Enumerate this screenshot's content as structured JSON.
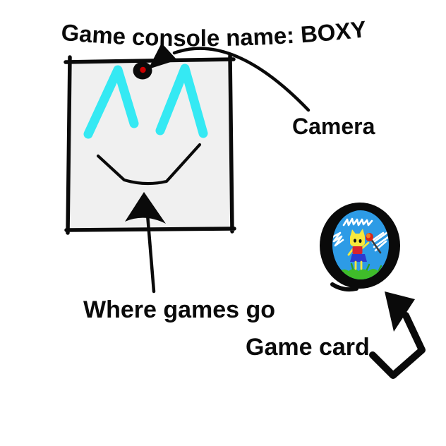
{
  "title": "Game console name: BOXY",
  "labels": {
    "camera": "Camera",
    "game_slot": "Where games go",
    "game_card": "Game card"
  },
  "icons": {
    "console_face": "boxy-console-face-icon",
    "camera_dot": "camera-lens-dot-icon",
    "camera_pointer": "curved-arrow-icon",
    "game_slot_pointer": "up-arrow-icon",
    "game_card_pointer": "zigzag-up-left-arrow-icon",
    "game_card_art": "cat-holding-torch-icon"
  },
  "colors": {
    "ink": "#0a0a0a",
    "console_body": "#f0f0f0",
    "eyes": "#35e9f3",
    "camera_led": "#cc0000",
    "card_sky": "#2d9be6",
    "card_grass": "#3fbc2a",
    "card_grass_dark": "#2f9e1e",
    "cat_body": "#f6e83c",
    "cat_shirt": "#d8242f",
    "cat_skirt": "#2b3bd0",
    "torch_flame": "#d6261a",
    "torch_flame_inner": "#f08020"
  }
}
